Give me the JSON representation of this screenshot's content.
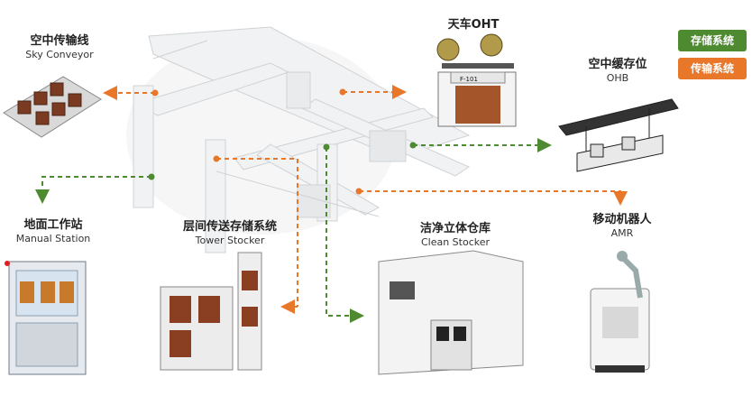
{
  "legend": {
    "storage": {
      "label": "存储系统",
      "color": "#4e8a2f"
    },
    "transport": {
      "label": "传输系统",
      "color": "#e8772a"
    }
  },
  "nodes": {
    "sky_conveyor": {
      "cn": "空中传输线",
      "en": "Sky Conveyor"
    },
    "oht": {
      "cn": "天车",
      "en": "OHT",
      "badge": "F-101"
    },
    "ohb": {
      "cn": "空中缓存位",
      "en": "OHB"
    },
    "manual_station": {
      "cn": "地面工作站",
      "en": "Manual Station"
    },
    "tower_stocker": {
      "cn": "层间传送存储系统",
      "en": "Tower Stocker"
    },
    "clean_stocker": {
      "cn": "洁净立体仓库",
      "en": "Clean Stocker"
    },
    "amr": {
      "cn": "移动机器人",
      "en": "AMR"
    }
  }
}
